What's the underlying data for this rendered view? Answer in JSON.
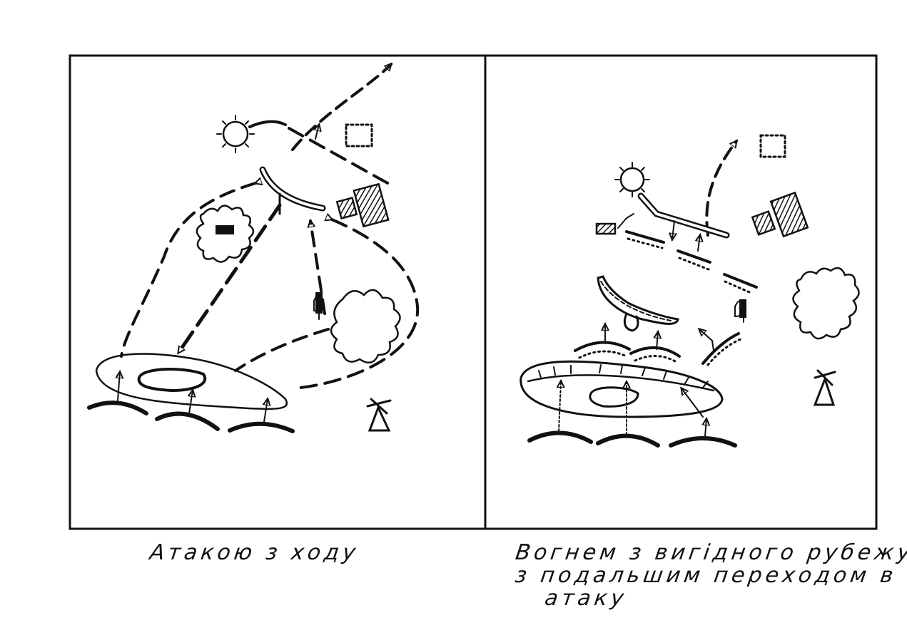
{
  "left_panel": {
    "caption": "Атакою з ходу"
  },
  "right_panel": {
    "caption_lines": [
      "Вогнем з вигідного рубежу",
      "з подальшим переходом в",
      "атаку"
    ]
  },
  "colors": {
    "ink": "#111111",
    "background": "#ffffff"
  },
  "symbols": [
    "sun-icon",
    "windmill-icon",
    "tree-icon",
    "house-icon",
    "tank-icon",
    "trench-icon"
  ]
}
